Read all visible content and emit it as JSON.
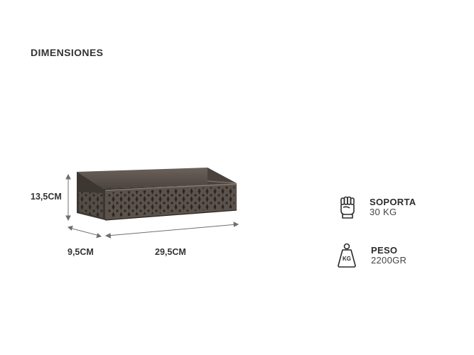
{
  "heading": "DIMENSIONES",
  "dimensions": {
    "height": "13,5CM",
    "depth": "9,5CM",
    "width": "29,5CM"
  },
  "specs": {
    "load": {
      "label": "SOPORTA",
      "value": "30 KG",
      "icon": "fist-icon"
    },
    "weight": {
      "label": "PESO",
      "value": "2200GR",
      "icon": "kg-weight-icon",
      "icon_text": "KG"
    }
  },
  "colors": {
    "shelf": "#5a524b",
    "shelf_dark": "#3d3731",
    "text": "#333333"
  }
}
